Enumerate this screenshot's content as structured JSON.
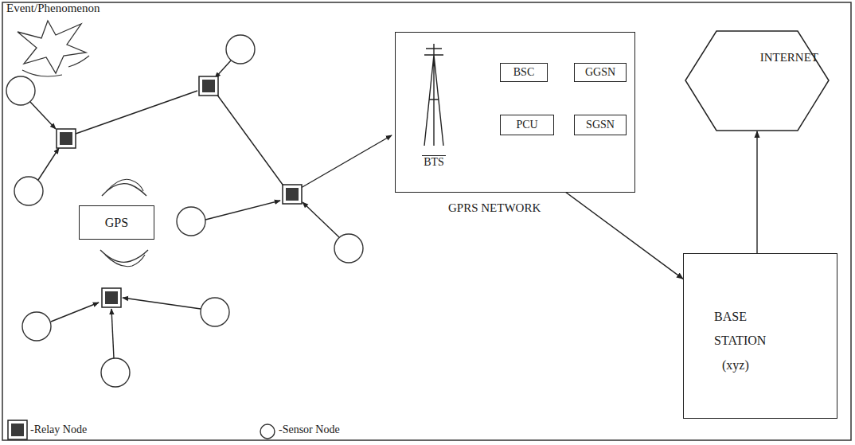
{
  "diagram": {
    "nodes": [
      {
        "text": [
          "GPS"
        ]
      },
      {
        "text": [
          "GPRS NETWORK"
        ]
      },
      {
        "text": [
          "BTS"
        ],
        "in": 1
      },
      {
        "text": [
          "BSC"
        ],
        "in": 1
      },
      {
        "text": [
          "GGSN"
        ],
        "in": 1
      },
      {
        "text": [
          "PCU"
        ],
        "in": 1
      },
      {
        "text": [
          "SGSN"
        ],
        "in": 1
      },
      {
        "text": [
          "INTERNET"
        ]
      },
      {
        "text": [
          "BASE STATION",
          "(xyz)"
        ]
      }
    ],
    "edges": [
      {
        "from": 2,
        "to": 3,
        "arrow": "none"
      },
      {
        "from": 3,
        "to": 5,
        "arrow": "none"
      },
      {
        "from": 5,
        "to": 6,
        "arrow": "none"
      },
      {
        "from": 6,
        "to": 4,
        "arrow": "none"
      },
      {
        "from": 1,
        "to": 8,
        "arrow": "to"
      },
      {
        "from": 8,
        "to": 7,
        "arrow": "to"
      }
    ],
    "labels": [
      "Event/Phenomenon"
    ],
    "legend": [
      {
        "text": "-Relay Node"
      },
      {
        "text": "-Sensor Node"
      }
    ]
  }
}
